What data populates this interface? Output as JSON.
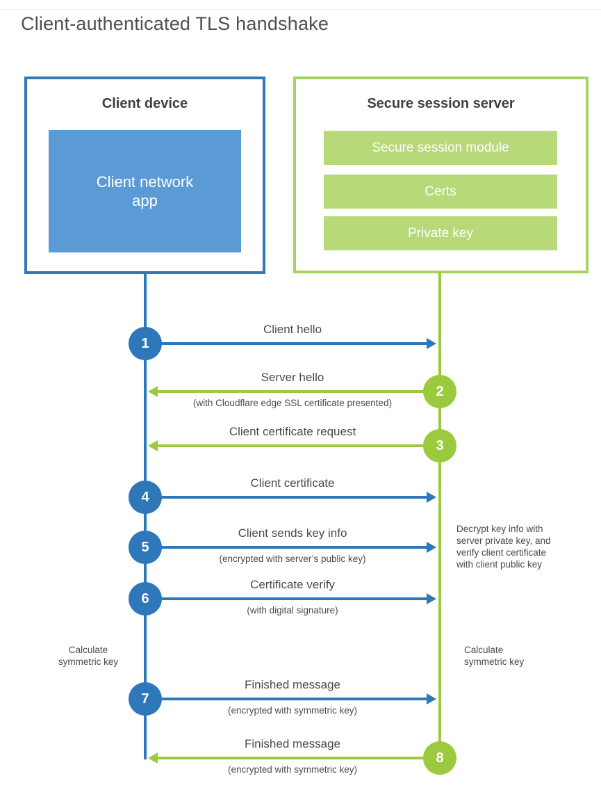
{
  "title": "Client-authenticated TLS handshake",
  "colors": {
    "blue": "#2e77b8",
    "blue_fill": "#5b9bd5",
    "green": "#9bca3e",
    "green_border": "#a5d45e",
    "green_fill": "#b7d97a",
    "text": "#4a4a4a",
    "heading": "#3f3f3f",
    "title": "#4f4f4f"
  },
  "client": {
    "header": "Client device",
    "app_label": "Client network app"
  },
  "server": {
    "header": "Secure session server",
    "modules": [
      "Secure session module",
      "Certs",
      "Private key"
    ]
  },
  "steps": [
    {
      "num": "1",
      "label": "Client hello",
      "sub": "",
      "from": "client",
      "to": "server"
    },
    {
      "num": "2",
      "label": "Server hello",
      "sub": "(with Cloudflare edge SSL certificate presented)",
      "from": "server",
      "to": "client"
    },
    {
      "num": "3",
      "label": "Client certificate request",
      "sub": "",
      "from": "server",
      "to": "client"
    },
    {
      "num": "4",
      "label": "Client certificate",
      "sub": "",
      "from": "client",
      "to": "server"
    },
    {
      "num": "5",
      "label": "Client sends key info",
      "sub": "(encrypted with server’s public key)",
      "from": "client",
      "to": "server"
    },
    {
      "num": "6",
      "label": "Certificate verify",
      "sub": "(with digital signature)",
      "from": "client",
      "to": "server"
    },
    {
      "num": "7",
      "label": "Finished message",
      "sub": "(encrypted with symmetric key)",
      "from": "client",
      "to": "server"
    },
    {
      "num": "8",
      "label": "Finished message",
      "sub": "(encrypted with symmetric key)",
      "from": "server",
      "to": "client"
    }
  ],
  "notes": {
    "decrypt_lines": [
      "Decrypt key info with",
      "server private key, and",
      "verify client certificate",
      "with client public key"
    ],
    "calc_left": "Calculate symmetric key",
    "calc_right": "Calculate symmetric key"
  }
}
